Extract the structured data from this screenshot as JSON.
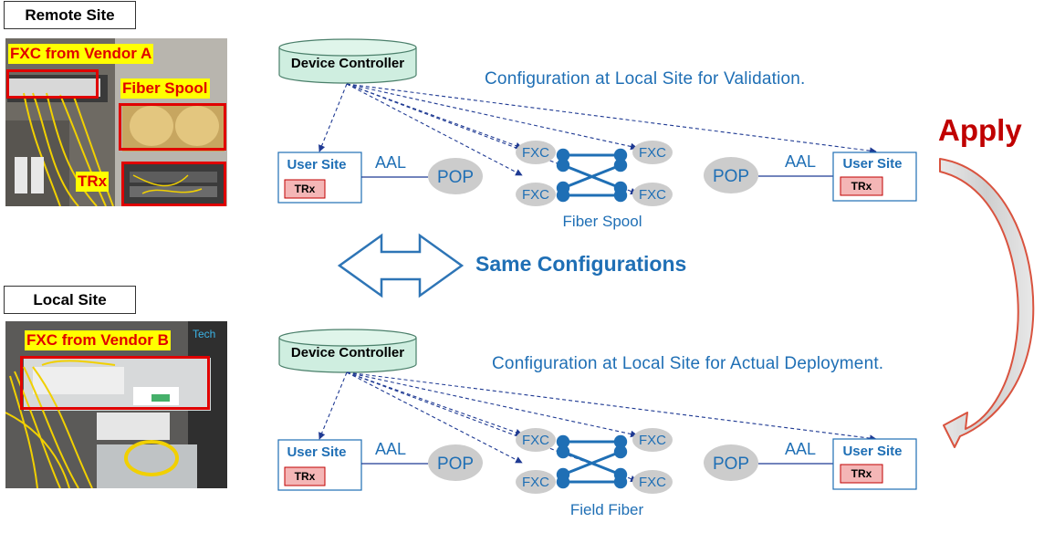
{
  "remote": {
    "site_label": "Remote Site",
    "photo_labels": {
      "fxc": "FXC from Vendor A",
      "fiber": "Fiber Spool",
      "trx": "TRx"
    },
    "controller": "Device Controller",
    "caption": "Configuration  at Local Site for Validation.",
    "left_site": "User Site",
    "right_site": "User Site",
    "trx": "TRx",
    "aal": "AAL",
    "pop": "POP",
    "fxc": "FXC",
    "fiber_label": "Fiber Spool"
  },
  "local": {
    "site_label": "Local Site",
    "photo_labels": {
      "fxc": "FXC from Vendor B"
    },
    "controller": "Device Controller",
    "caption": "Configuration  at Local Site for Actual Deployment.",
    "left_site": "User Site",
    "right_site": "User Site",
    "trx": "TRx",
    "aal": "AAL",
    "pop": "POP",
    "fxc": "FXC",
    "fiber_label": "Field Fiber"
  },
  "center": {
    "same_config": "Same Configurations"
  },
  "apply": {
    "label": "Apply"
  },
  "photo_watermark": "Tech",
  "colors": {
    "blue": "#1f6fb5",
    "dark_blue": "#1f3a93",
    "red": "#e00000",
    "apply_red": "#c00000",
    "controller_fill": "#cfeee0",
    "gray_node": "#cccccc",
    "trx_fill": "#f4b6b6"
  }
}
